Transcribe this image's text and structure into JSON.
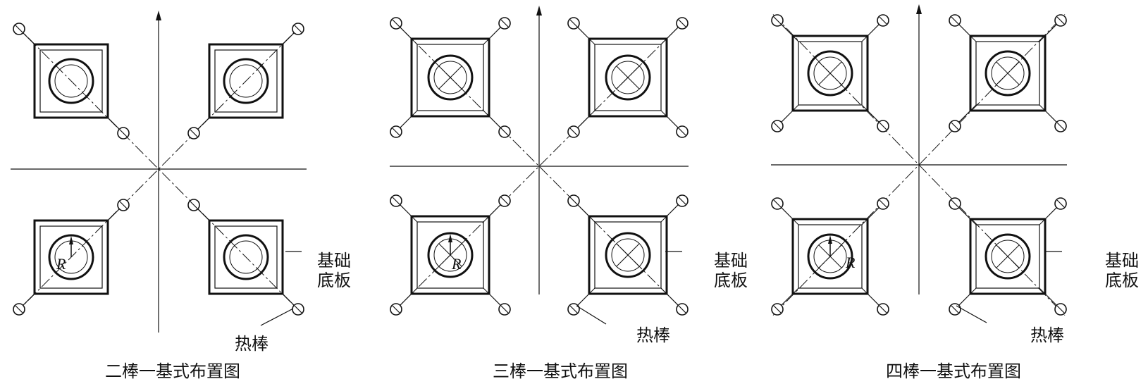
{
  "panels": [
    {
      "caption": "二棒一基式布置图",
      "base_label_line1": "基础",
      "base_label_line2": "底板",
      "rod_label": "热棒",
      "radius_label": "R",
      "rods_per_base": 2
    },
    {
      "caption": "三棒一基式布置图",
      "base_label_line1": "基础",
      "base_label_line2": "底板",
      "rod_label": "热棒",
      "radius_label": "R",
      "rods_per_base": 3
    },
    {
      "caption": "四棒一基式布置图",
      "base_label_line1": "基础",
      "base_label_line2": "底板",
      "rod_label": "热棒",
      "radius_label": "R",
      "rods_per_base": 4
    }
  ]
}
